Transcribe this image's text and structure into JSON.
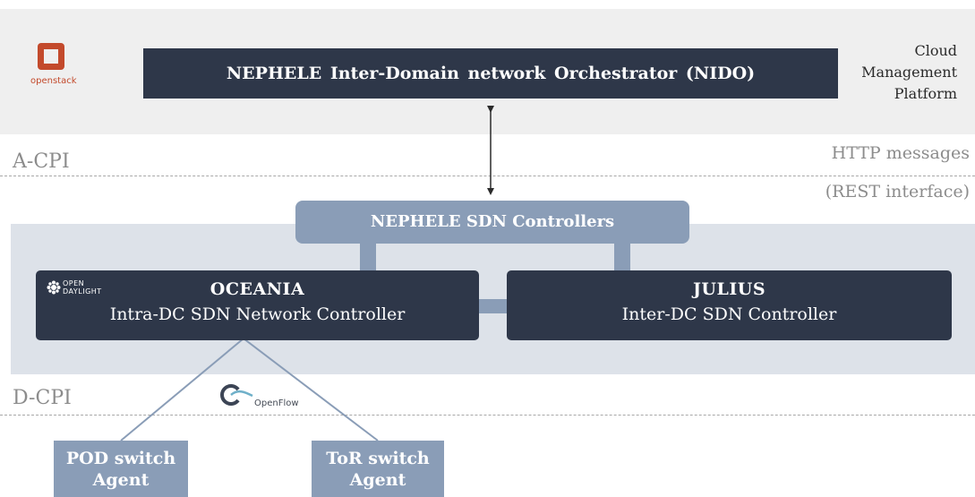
{
  "cloud_platform": {
    "orchestrator_label": "NEPHELE Inter-Domain network Orchestrator (NIDO)",
    "platform_lines": [
      "Cloud",
      "Management",
      "Platform"
    ],
    "openstack_text": "openstack"
  },
  "interfaces": {
    "a_cpi": "A-CPI",
    "d_cpi": "D-CPI",
    "http_label": "HTTP messages",
    "rest_label": "(REST interface)"
  },
  "sdn": {
    "controllers_label": "NEPHELE SDN Controllers",
    "oceania": {
      "title": "OCEANIA",
      "subtitle": "Intra-DC SDN Network Controller",
      "logo_lines": [
        "OPEN",
        "DAYLIGHT"
      ]
    },
    "julius": {
      "title": "JULIUS",
      "subtitle": "Inter-DC SDN Controller"
    }
  },
  "openflow_text": "OpenFlow",
  "agents": {
    "pod": [
      "POD switch",
      "Agent"
    ],
    "tor": [
      "ToR switch",
      "Agent"
    ]
  },
  "colors": {
    "dark_box": "#2e3749",
    "light_box": "#8a9db7",
    "band_top": "#efefef",
    "band_mid": "#dde2e9",
    "openstack": "#c34a2c"
  }
}
